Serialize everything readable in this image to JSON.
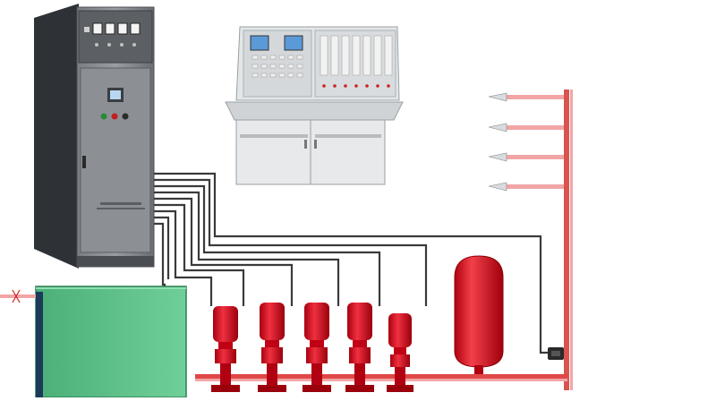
{
  "diagram": {
    "components": {
      "control_cabinet": {
        "name": "control-cabinet"
      },
      "console": {
        "name": "fire-control-console"
      },
      "water_tank": {
        "name": "water-tank"
      },
      "pressure_tank": {
        "name": "pressure-tank"
      },
      "pumps": {
        "count": 5
      },
      "sprinkler_heads": {
        "count": 4
      }
    },
    "colors": {
      "cabinet_body": "#6b6f73",
      "cabinet_dark": "#2e3236",
      "console": "#e3e6e8",
      "pipe_red": "#d9534f",
      "pipe_pink": "#f2a5a5",
      "pump_red": "#d8141e",
      "tank_green": "#5fc08a",
      "wire": "#3a3a3a"
    }
  }
}
